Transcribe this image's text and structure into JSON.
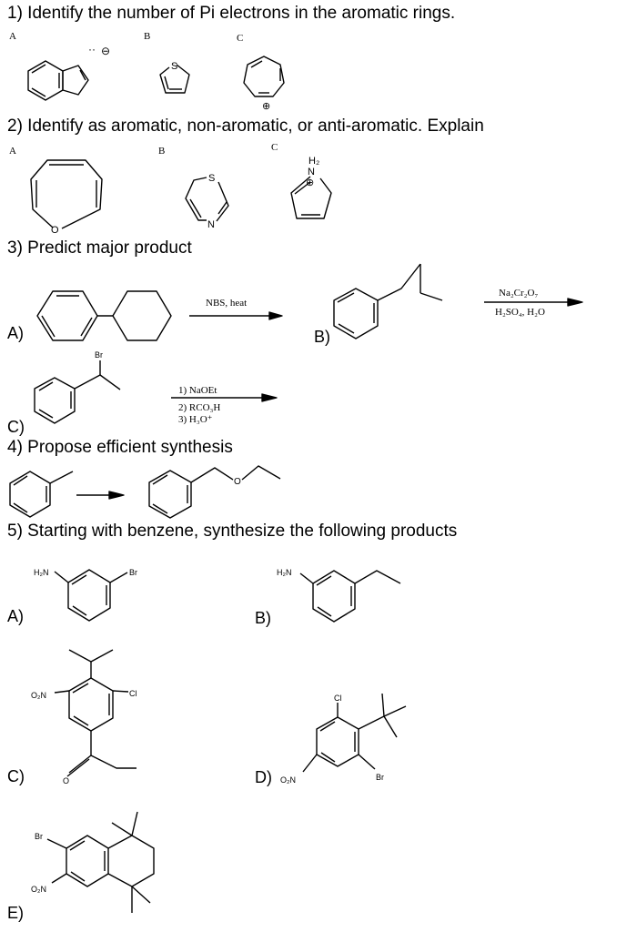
{
  "questions": {
    "q1": "1) Identify the number of Pi electrons in the aromatic rings.",
    "q2": "2) Identify as aromatic, non-aromatic, or anti-aromatic. Explain",
    "q3": "3) Predict major product",
    "q4": "4) Propose efficient synthesis",
    "q5": "5) Starting with benzene, synthesize the following products"
  },
  "q1_labels": [
    "A",
    "B",
    "C"
  ],
  "q2_labels": [
    "A",
    "B",
    "C"
  ],
  "q3": {
    "part_labels": [
      "A)",
      "B)",
      "C)"
    ],
    "reagent_a": "NBS, heat",
    "reagent_b_top": "Na₂Cr₂O₇",
    "reagent_b_bottom": "H₂SO₄, H₂O",
    "reagent_c": [
      "1) NaOEt",
      "2) RCO₃H",
      "3) H₃O⁺"
    ]
  },
  "q5_labels": [
    "A)",
    "B)",
    "C)",
    "D)",
    "E)"
  ],
  "atoms": {
    "S": "S",
    "N": "N",
    "O": "O",
    "Br": "Br",
    "Cl": "Cl",
    "H2": "H₂",
    "H2N": "H₂N",
    "O2N": "O₂N",
    "plus": "⊕",
    "minus": "⊖",
    "lone_pair": "··"
  }
}
